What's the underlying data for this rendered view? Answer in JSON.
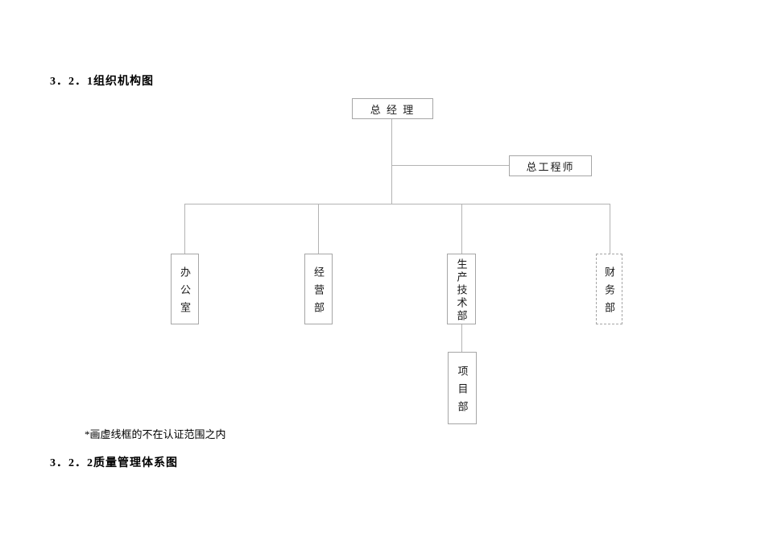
{
  "document": {
    "heading_org_chart": "3．2．1组织机构图",
    "note": "*画虚线框的不在认证范围之内",
    "heading_quality_system": "3．2．2质量管理体系图"
  },
  "org_chart": {
    "nodes": {
      "general_manager": "总 经 理",
      "chief_engineer": "总工程师",
      "office": "办公室",
      "business_dept": "经营部",
      "production_tech_dept": "生产技术部",
      "finance_dept": "财务部",
      "project_dept": "项目部"
    },
    "hierarchy": {
      "root": "总 经 理",
      "staff_branch": "总工程师",
      "children_of_root": [
        "办公室",
        "经营部",
        "生产技术部",
        "财务部"
      ],
      "children_of_production_tech": [
        "项目部"
      ],
      "dashed_node": "财务部"
    },
    "colors": {
      "connector_line": "#b3b3b3",
      "box_border": "#a6a6a6",
      "text": "#1a1a1a",
      "background": "#ffffff"
    }
  }
}
